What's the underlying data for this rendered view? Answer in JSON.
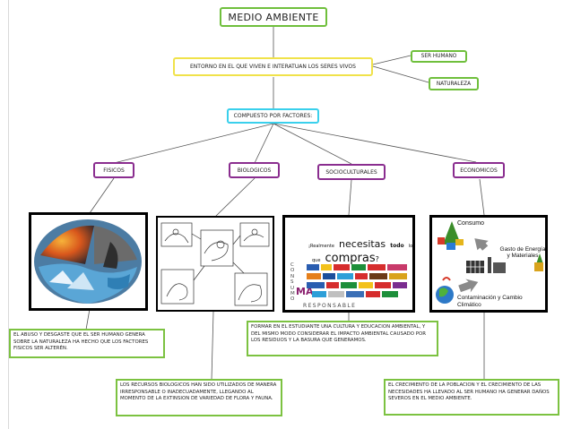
{
  "title": "MEDIO AMBIENTE",
  "definition": "ENTORNO EN EL QUE VIVEN E INTERATUAN LOS SERES VIVOS",
  "side_nodes": [
    "SER HUMANO",
    "NATURALEZA"
  ],
  "composed": "COMPUESTO POR FACTORES:",
  "factors": [
    "FISICOS",
    "BIOLOGICOS",
    "SOCIOCULTURALES",
    "ECONOMICOS"
  ],
  "images": {
    "social": {
      "line1_prefix": "¡Realmente",
      "line1_big": "necesitas",
      "line1_bold": "todo",
      "line1_suffix": "lo",
      "line2_prefix": "que",
      "line2_big": "compras",
      "line2_suffix": "?",
      "vertical": "CONSUMO",
      "bottom": "RESPONSABLE",
      "logo_ma": "MA"
    },
    "economic": {
      "consumo": "Consumo",
      "gasto": "Gasto de Energía y Materiales",
      "contaminacion": "Contaminación y Cambio Climático"
    }
  },
  "descriptions": {
    "fisicos": "EL ABUSO Y DESGASTE QUE EL SER HUMANO GENERA SOBRE LA NATURALEZA HA HECHO QUE LOS FACTORES FISICOS SER ALTERÉN.",
    "biologicos": "LOS RECURSOS BIOLOGICOS HAN SIDO UTILIZADOS DE MANERA IRRESPONSABLE O INADECUADAMENTE, LLEGANDO AL MOMENTO DE LA EXTINSION DE VARIEDAD DE FLORA Y FAUNA.",
    "socioculturales": "FORMAR EN EL ESTUDIANTE UNA CULTURA Y EDUCACION AMBIENTAL, Y DEL MISMO MODO CONSIDERAR EL IMPACTO AMBIENTAL CAUSADO POR LOS RESIDUOS Y LA BASURA QUE GENERAMOS.",
    "economicos": "EL CRECIMIENTO DE LA POBLACION Y EL CRECIMIENTO DE LAS NECESIDADES HA LLEVADO AL SER HUMANO HA GENERAR DAÑOS SEVEROS EN EL MEDIO AMBIENTE."
  },
  "colors": {
    "green": "#6fbf3c",
    "yellow": "#f0e24a",
    "cyan": "#3ad0ec",
    "purple": "#8a2d8f"
  }
}
